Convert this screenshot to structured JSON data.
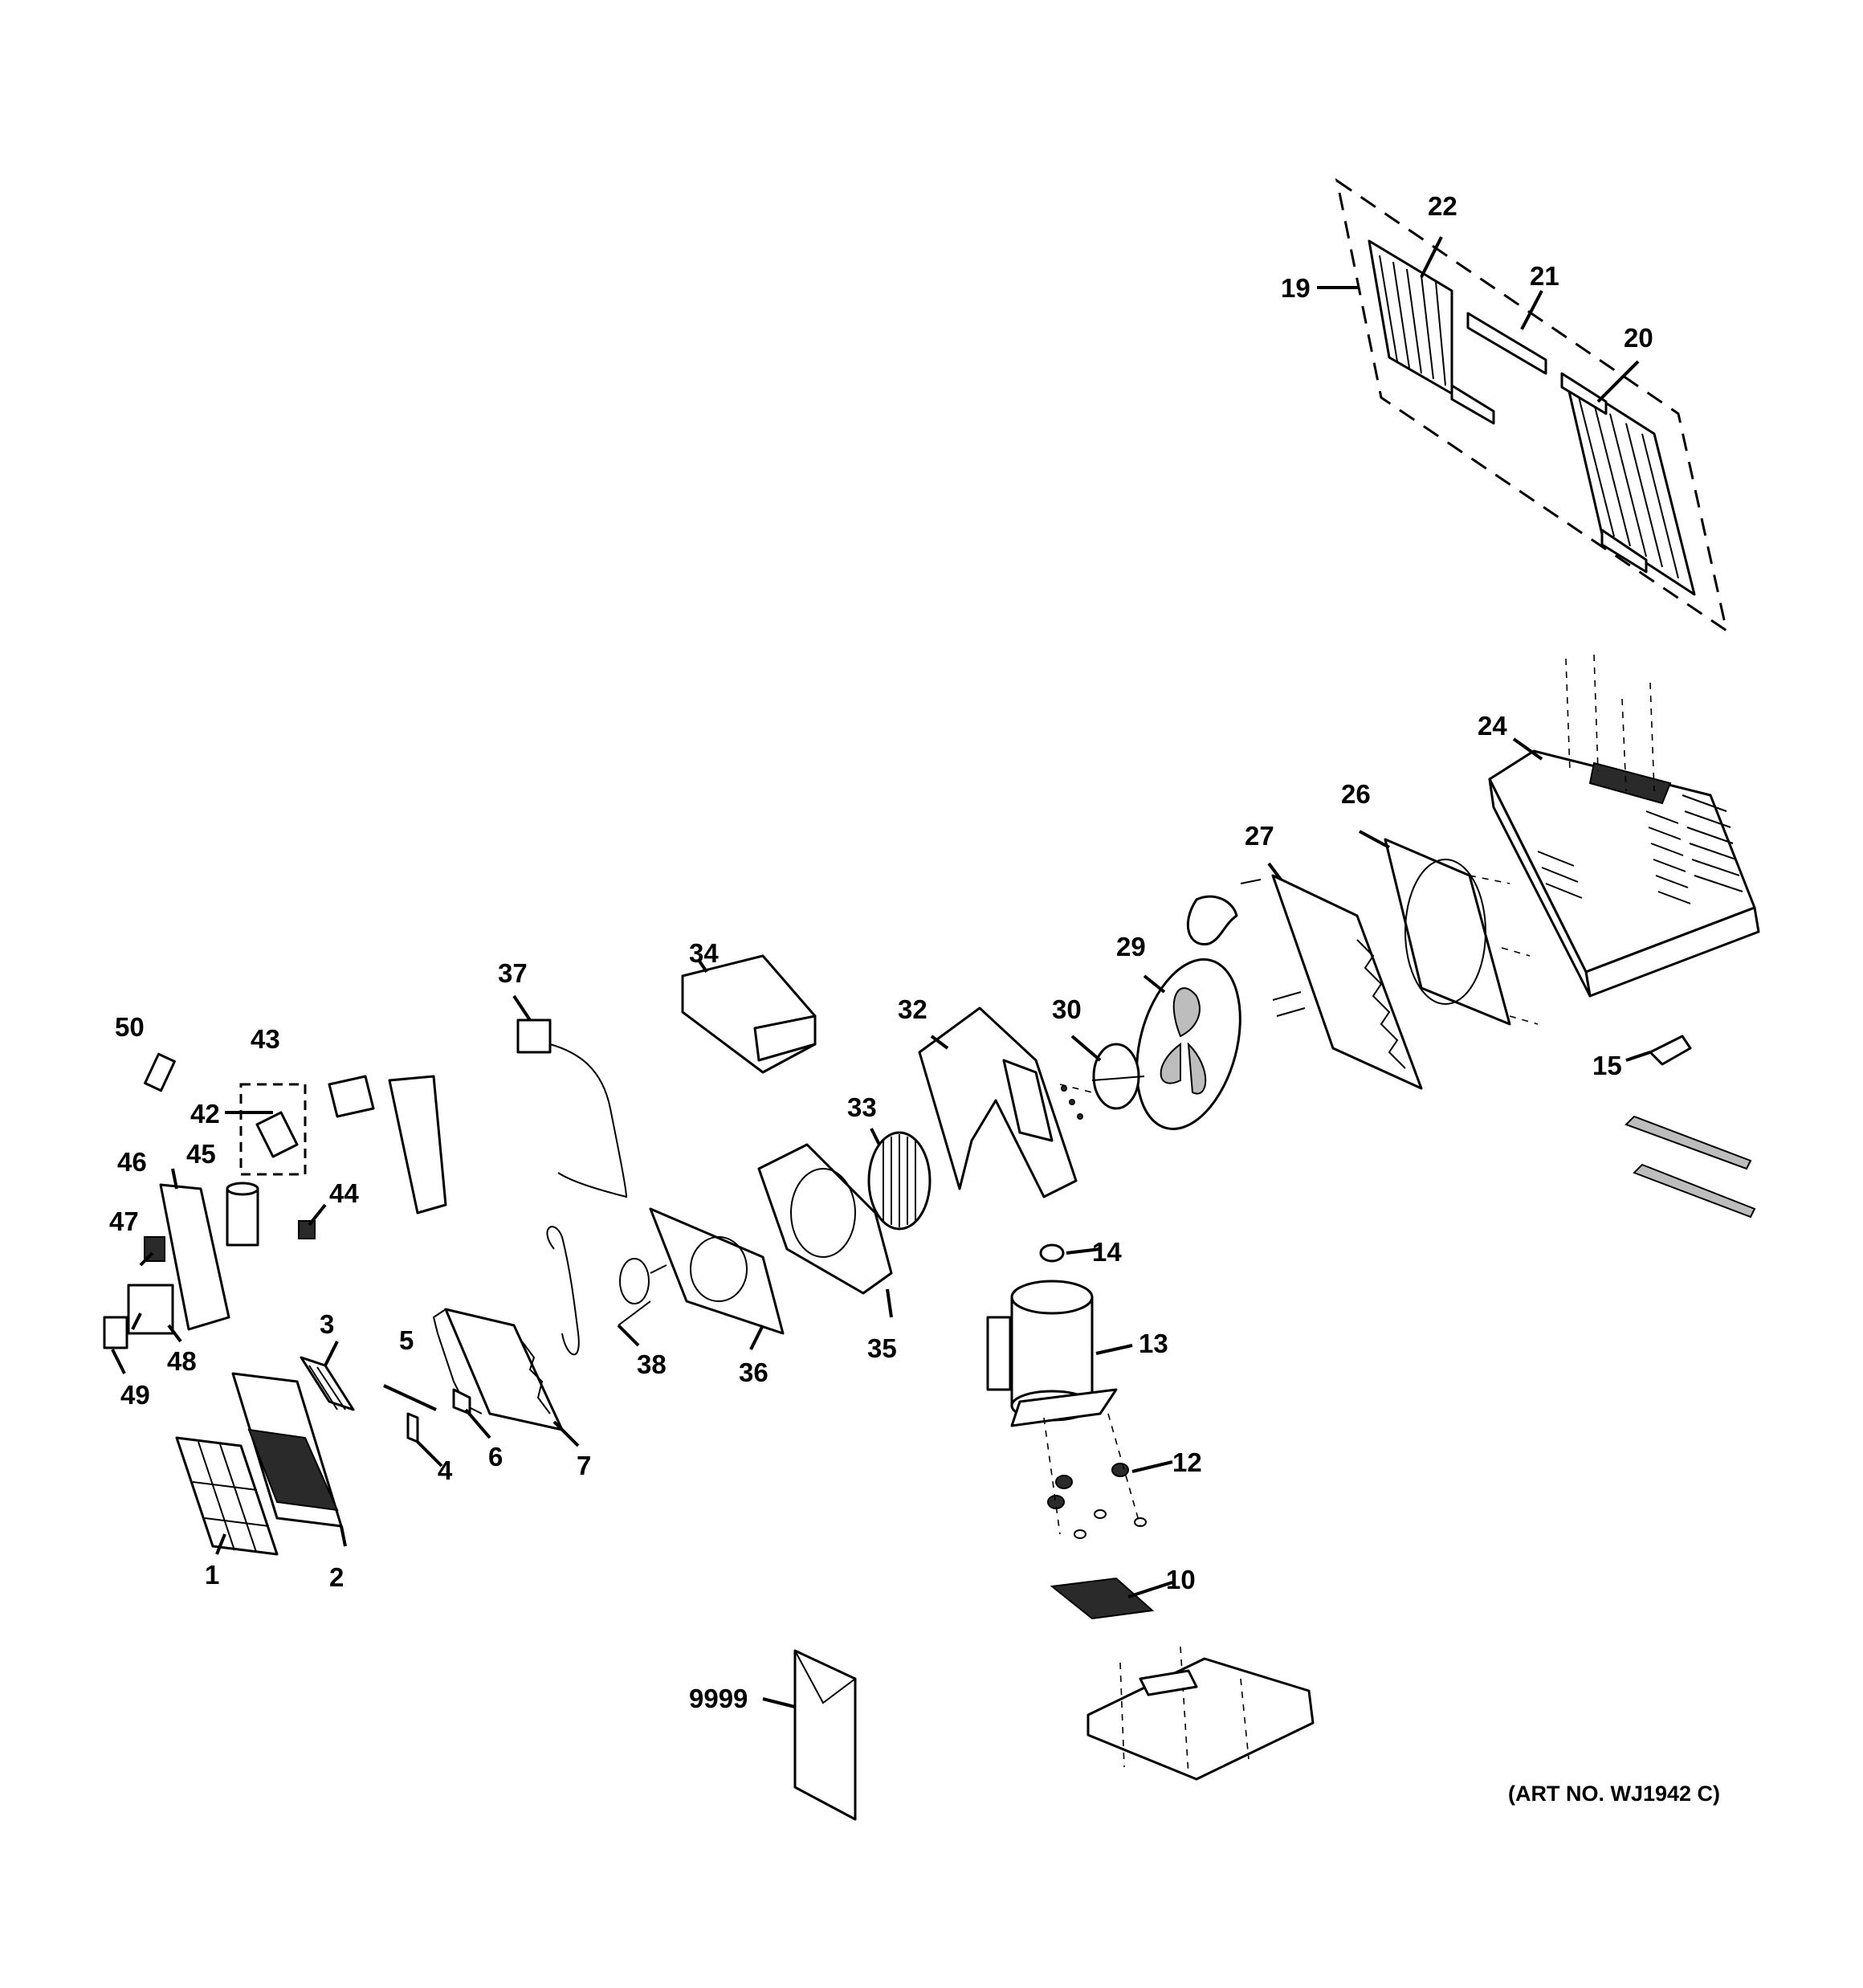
{
  "labels": {
    "p1": "1",
    "p2": "2",
    "p3": "3",
    "p4": "4",
    "p5": "5",
    "p6": "6",
    "p7": "7",
    "p10": "10",
    "p12": "12",
    "p13": "13",
    "p14": "14",
    "p15": "15",
    "p19": "19",
    "p20": "20",
    "p21": "21",
    "p22": "22",
    "p24": "24",
    "p26": "26",
    "p27": "27",
    "p29": "29",
    "p30": "30",
    "p32": "32",
    "p33": "33",
    "p34": "34",
    "p35": "35",
    "p36": "36",
    "p37": "37",
    "p38": "38",
    "p42": "42",
    "p43": "43",
    "p44": "44",
    "p45": "45",
    "p46": "46",
    "p47": "47",
    "p48": "48",
    "p49": "49",
    "p50": "50",
    "p9999": "9999"
  },
  "art_number": "(ART NO. WJ1942 C)"
}
